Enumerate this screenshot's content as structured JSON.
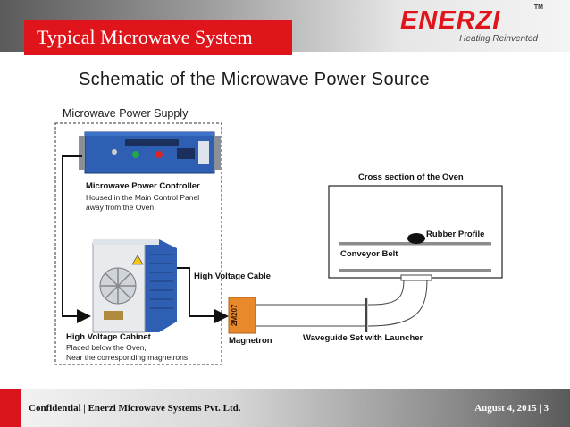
{
  "slide": {
    "title": "Typical Microwave System",
    "heading": "Schematic of the Microwave Power Source"
  },
  "logo": {
    "wordmark": "ENERZI",
    "trademark": "TM",
    "tagline": "Heating Reinvented",
    "color": "#e0141b"
  },
  "diagram": {
    "power_supply_title": "Microwave Power Supply",
    "controller": {
      "label": "Microwave Power Controller",
      "desc_line1": "Housed in the Main Control Panel",
      "desc_line2": "away from the Oven"
    },
    "cabinet": {
      "label": "High Voltage Cabinet",
      "desc_line1": "Placed below the Oven,",
      "desc_line2": "Near the corresponding magnetrons"
    },
    "cable_label": "High Voltage Cable",
    "magnetron": {
      "label": "Magnetron",
      "model": "2M207"
    },
    "waveguide_label": "Waveguide Set with Launcher",
    "oven": {
      "label": "Cross section of the Oven",
      "rubber_profile": "Rubber Profile",
      "conveyor_belt": "Conveyor Belt"
    }
  },
  "footer": {
    "left": "Confidential | Enerzi Microwave Systems Pvt. Ltd.",
    "right": "August 4, 2015 | 3"
  },
  "colors": {
    "accent_red": "#e0141b",
    "magnetron_orange": "#e8892b",
    "controller_blue": "#2f5fb3"
  }
}
